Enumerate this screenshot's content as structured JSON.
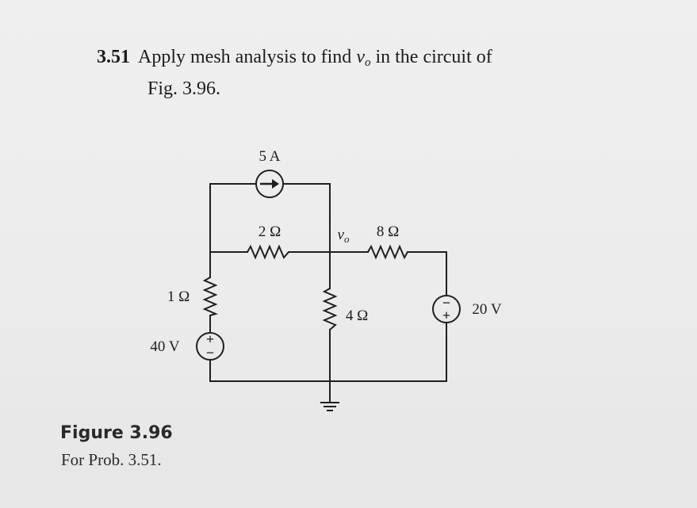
{
  "problem": {
    "number": "3.51",
    "line1_prefix": "Apply mesh analysis to find ",
    "variable": "v",
    "variable_sub": "o",
    "line1_suffix": " in the circuit of",
    "line2": "Fig. 3.96."
  },
  "circuit": {
    "current_source_label": "5 A",
    "r_top_label": "2 Ω",
    "vo_label": "v",
    "vo_sub": "o",
    "r_right_top_label": "8 Ω",
    "r_left_label": "1 Ω",
    "r_middle_label": "4 Ω",
    "v_left_label": "40 V",
    "v_right_label": "20 V",
    "plus_sign": "+",
    "minus_sign": "−"
  },
  "figure": {
    "title": "Figure 3.96",
    "caption": "For Prob. 3.51."
  }
}
